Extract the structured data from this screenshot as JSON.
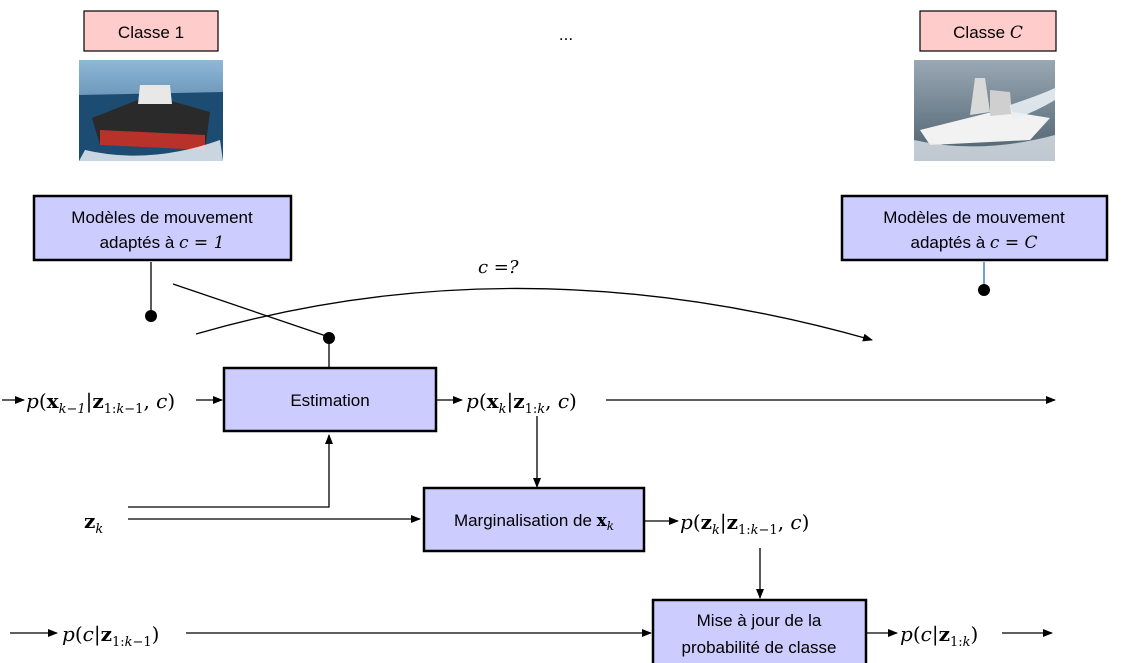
{
  "classes": {
    "first_label": "Classe 1",
    "last_label_prefix": "Classe ",
    "last_label_var": "C",
    "ellipsis": "..."
  },
  "models": {
    "first": {
      "line1": "Modèles de mouvement",
      "line2_prefix": "adaptés à ",
      "line2_eq": "c = 1"
    },
    "last": {
      "line1": "Modèles de mouvement",
      "line2_prefix": "adaptés à ",
      "line2_eq": "c = C"
    },
    "switch_label": "c =?"
  },
  "blocks": {
    "estimation": "Estimation",
    "marginalisation_prefix": "Marginalisation de ",
    "marginalisation_var": "x",
    "marginalisation_sub": "k",
    "update_line1": "Mise à jour de la",
    "update_line2": "probabilité de classe"
  },
  "signals": {
    "prior_state": "p(x_{k−1}|z_{1:k−1}, c)",
    "posterior_state": "p(x_k|z_{1:k}, c)",
    "measurement": "z_k",
    "likelihood": "p(z_k|z_{1:k−1}, c)",
    "prior_class": "p(c|z_{1:k−1})",
    "posterior_class": "p(c|z_{1:k})"
  },
  "colors": {
    "class_box_fill": "#ffcccc",
    "block_fill": "#ccccff",
    "model_link": "#1f6fbf"
  },
  "icons": {
    "first_class_image": "tanker-ship-photo",
    "last_class_image": "coast-guard-cutter-photo"
  }
}
